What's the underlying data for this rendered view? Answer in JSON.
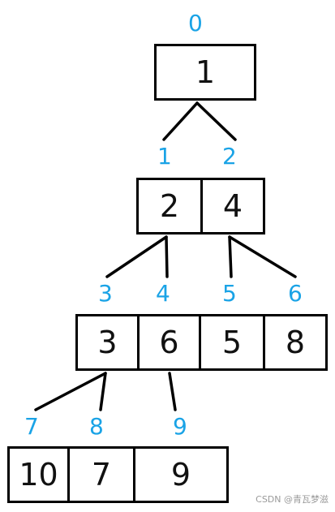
{
  "levels": [
    {
      "indices": [
        "0"
      ],
      "values": [
        "1"
      ]
    },
    {
      "indices": [
        "1",
        "2"
      ],
      "values": [
        "2",
        "4"
      ]
    },
    {
      "indices": [
        "3",
        "4",
        "5",
        "6"
      ],
      "values": [
        "3",
        "6",
        "5",
        "8"
      ]
    },
    {
      "indices": [
        "7",
        "8",
        "9"
      ],
      "values": [
        "10",
        "7",
        "9"
      ]
    }
  ],
  "colors": {
    "index": "#1aa3e6",
    "border": "#000000",
    "text": "#111111"
  },
  "watermark": "CSDN @青瓦梦滋"
}
